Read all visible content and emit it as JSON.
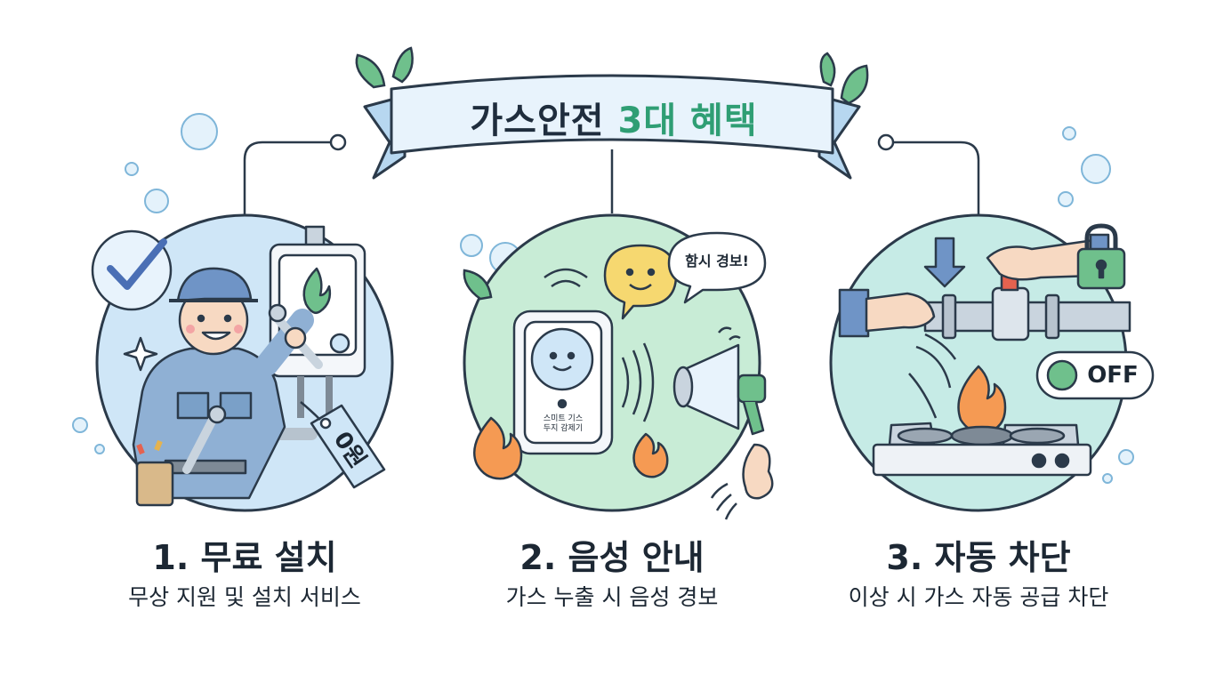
{
  "title": {
    "main": "가스안전",
    "accent": "3대 혜택"
  },
  "features": [
    {
      "heading": "1. 무료 설치",
      "description": "무상 지원 및 설치 서비스",
      "price_tag": "0원",
      "icon": "technician-installing-boiler"
    },
    {
      "heading": "2. 음성 안내",
      "description": "가스 누출 시 음성 경보",
      "speech_bubble": "함시 경보!",
      "device_label": "스미트 기스\n두지 감제기",
      "icon": "voice-alarm-detector"
    },
    {
      "heading": "3. 자동 차단",
      "description": "이상 시 가스 자동 공급 차단",
      "toggle_label": "OFF",
      "icon": "auto-shutoff-valve"
    }
  ],
  "colors": {
    "circle1": "#cfe6f7",
    "circle2": "#c8ecd6",
    "circle3": "#c6ebe6",
    "accent_green": "#2f9e74",
    "ribbon": "#cfe5f7",
    "outline": "#1f2d3d"
  }
}
